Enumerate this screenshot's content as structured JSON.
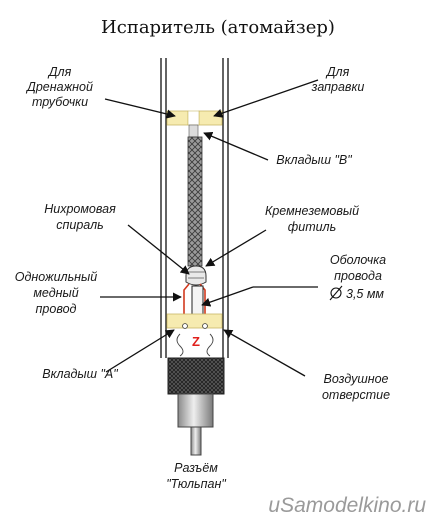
{
  "title": "Испаритель (атомайзер)",
  "labels": {
    "drain_1": "Для",
    "drain_2": "Дренажной",
    "drain_3": "трубочки",
    "refill_1": "Для",
    "refill_2": "заправки",
    "insert_b": "Вкладыш \"B\"",
    "coil_1": "Нихромовая",
    "coil_2": "спираль",
    "wick_1": "Кремнеземовый",
    "wick_2": "фитиль",
    "sheath_1": "Оболочка",
    "sheath_2": "провода",
    "sheath_3": "3,5 мм",
    "copper_1": "Одножильный",
    "copper_2": "медный",
    "copper_3": "провод",
    "insert_a": "Вкладыш \"A\"",
    "air_1": "Воздушное",
    "air_2": "отверстие",
    "conn_1": "Разъём",
    "conn_2": "\"Тюльпан\"",
    "z_mark": "Z"
  },
  "watermark": "uSamodelkino.ru",
  "colors": {
    "insert": "#f6ebb0",
    "insert_edge": "#c9b868",
    "wick": "#8f8f8f",
    "metal": "#b8b8b8",
    "z_mark": "#e0201c",
    "copper_wire": "#d23a1f"
  }
}
